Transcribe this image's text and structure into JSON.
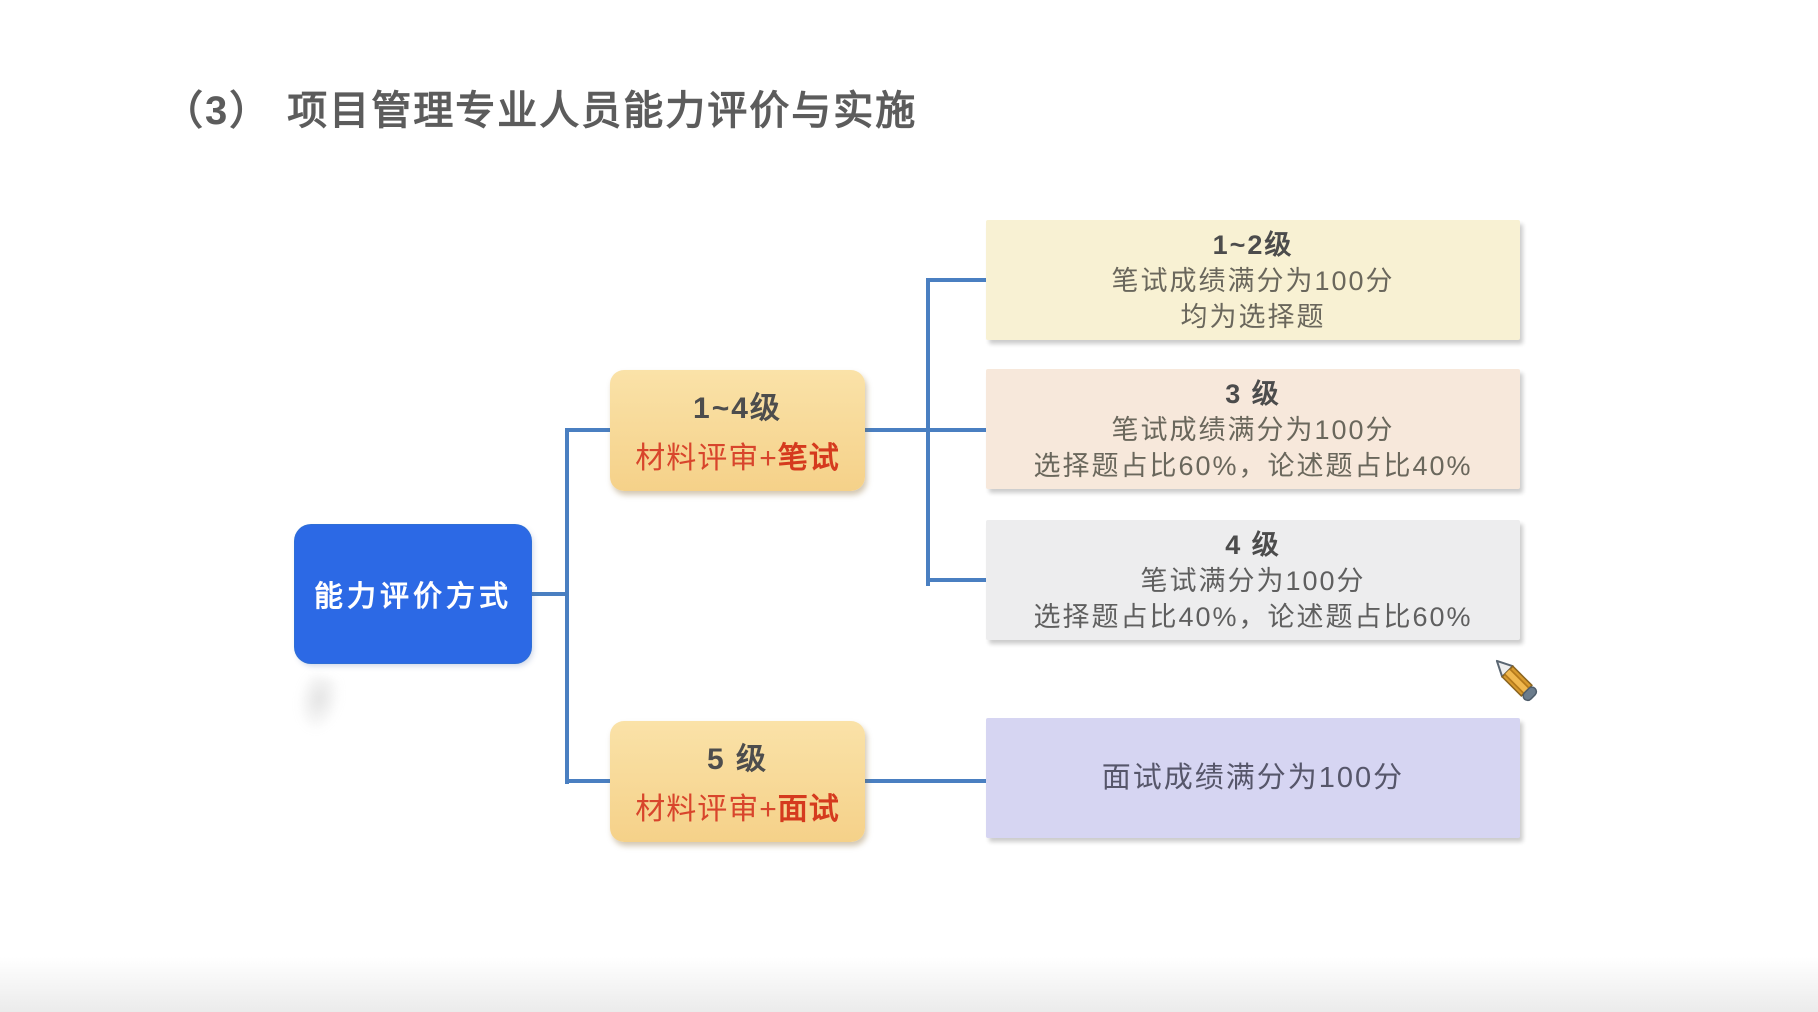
{
  "title": {
    "prefix": "（3）",
    "text": "项目管理专业人员能力评价与实施"
  },
  "root": {
    "label": "能力评价方式"
  },
  "branches": [
    {
      "level": "1~4级",
      "method_prefix": "材料评审+",
      "method_em": "笔试"
    },
    {
      "level": "5 级",
      "method_prefix": "材料评审+",
      "method_em": "面试"
    }
  ],
  "leaves": [
    {
      "heading": "1~2级",
      "lines": [
        "笔试成绩满分为100分",
        "均为选择题"
      ]
    },
    {
      "heading": "3 级",
      "lines": [
        "笔试成绩满分为100分",
        "选择题占比60%，论述题占比40%"
      ]
    },
    {
      "heading": "4 级",
      "lines": [
        "笔试满分为100分",
        "选择题占比40%，论述题占比60%"
      ]
    },
    {
      "lines": [
        "面试成绩满分为100分"
      ]
    }
  ],
  "icons": {
    "cursor": "pencil-cursor-icon"
  },
  "colors": {
    "title_text": "#5c5c5c",
    "root_bg": "#2c69e5",
    "branch_bg": "#f6d38d",
    "branch_level_text": "#4d4d4d",
    "method_red": "#d8452c",
    "connector_blue": "#4a7fc1",
    "leaf_level12_bg": "#f8f1d3",
    "leaf_level3_bg": "#f7e8db",
    "leaf_level4_bg": "#ededee",
    "leaf_level5_bg": "#d6d5f2",
    "pencil_gold": "#d89a2e"
  }
}
